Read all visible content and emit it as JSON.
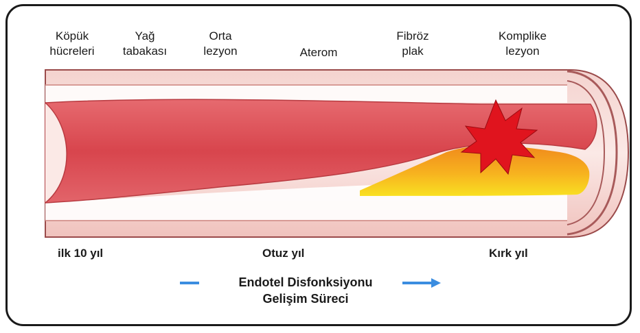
{
  "stages": [
    {
      "id": "kopuk",
      "text": "Köpük\nhücreleri"
    },
    {
      "id": "yag",
      "text": "Yağ\ntabakası"
    },
    {
      "id": "orta",
      "text": "Orta\nlezyon"
    },
    {
      "id": "aterom",
      "text": "Aterom"
    },
    {
      "id": "fibroz",
      "text": "Fibröz\nplak"
    },
    {
      "id": "komplike",
      "text": "Komplike\nlezyon"
    }
  ],
  "timeline": {
    "first": "ilk 10 yıl",
    "middle": "Otuz  yıl",
    "last": "Kırk  yıl"
  },
  "caption": {
    "line1": "Endotel  Disfonksiyonu",
    "line2": "Gelişim   Süreci"
  },
  "colors": {
    "wall_outer": "#f2c7c3",
    "lumen_red": "#e0505a",
    "plaque_yellow": "#f7d21f",
    "plaque_orange": "#f08a1c",
    "rupture_red": "#e0141e",
    "arrow_blue": "#3b8de0"
  }
}
